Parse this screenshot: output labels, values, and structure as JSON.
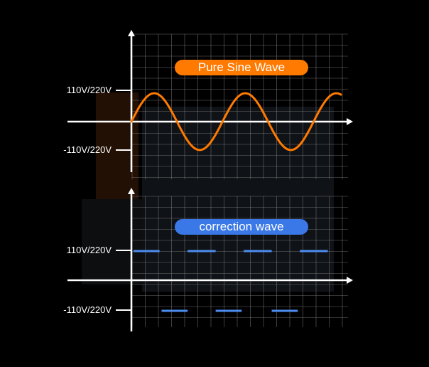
{
  "chart_data": [
    {
      "type": "line",
      "title": "Pure Sine Wave",
      "title_color": "#ff7a00",
      "line_color": "#ff7a00",
      "y_tick_labels": [
        "110V/220V",
        "-110V/220V"
      ],
      "y_ticks": [
        1,
        -1
      ],
      "cycles": 2.3,
      "grid": true
    },
    {
      "type": "line",
      "title": "correction wave",
      "title_color": "#3a78e8",
      "line_color": "#4d8df0",
      "y_tick_labels": [
        "110V/220V",
        "-110V/220V"
      ],
      "y_ticks": [
        1,
        -1
      ],
      "segments": [
        {
          "x": [
            0.0,
            0.13
          ],
          "y": 1
        },
        {
          "x": [
            0.14,
            0.27
          ],
          "y": -1
        },
        {
          "x": [
            0.27,
            0.41
          ],
          "y": 1
        },
        {
          "x": [
            0.41,
            0.54
          ],
          "y": -1
        },
        {
          "x": [
            0.55,
            0.69
          ],
          "y": 1
        },
        {
          "x": [
            0.69,
            0.82
          ],
          "y": -1
        },
        {
          "x": [
            0.83,
            0.97
          ],
          "y": 1
        }
      ],
      "grid": true
    }
  ],
  "colors": {
    "background": "#000000",
    "axis": "#ffffff",
    "grid": "#8a8a8a"
  }
}
